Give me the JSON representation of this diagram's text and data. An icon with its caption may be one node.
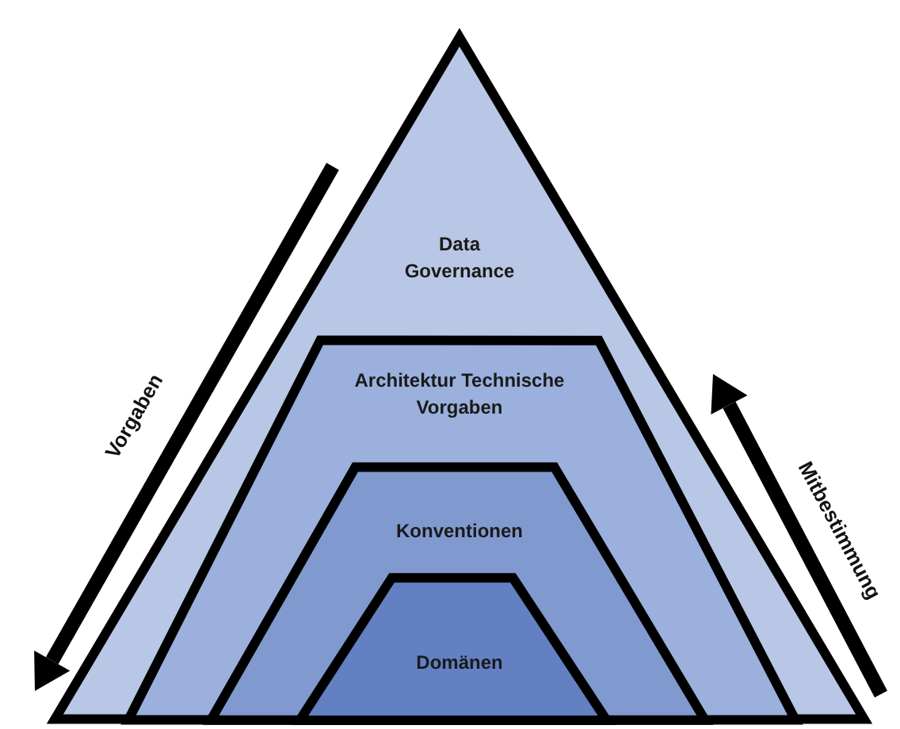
{
  "diagram": {
    "nodes": [
      {
        "text": [
          "Data Governance"
        ]
      },
      {
        "text": [
          "Architektur Technische Vorgaben"
        ],
        "in": 0
      },
      {
        "text": [
          "Konventionen"
        ],
        "in": 1
      },
      {
        "text": [
          "Domänen"
        ],
        "in": 2
      }
    ],
    "labels": [
      "Vorgaben",
      "Mitbestimmung"
    ]
  }
}
